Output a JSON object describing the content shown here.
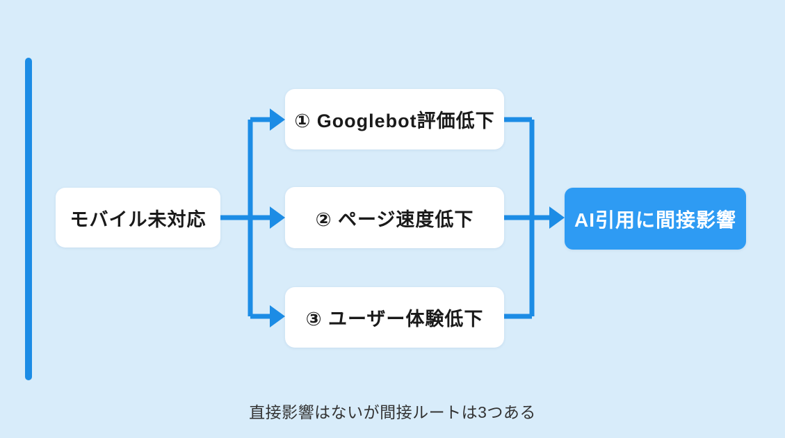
{
  "colors": {
    "background": "#D8ECFA",
    "connector_blue": "#1C8CE5",
    "result_box_blue": "#2E9BF3",
    "box_text": "#1A1A1A",
    "result_text": "#FFFFFF",
    "caption_text": "#333333"
  },
  "diagram": {
    "source_box": {
      "label": "モバイル未対応"
    },
    "route_boxes": [
      {
        "label": "① Googlebot評価低下"
      },
      {
        "label": "② ページ速度低下"
      },
      {
        "label": "③ ユーザー体験低下"
      }
    ],
    "result_box": {
      "label": "AI引用に間接影響"
    },
    "caption": "直接影響はないが間接ルートは3つある"
  }
}
